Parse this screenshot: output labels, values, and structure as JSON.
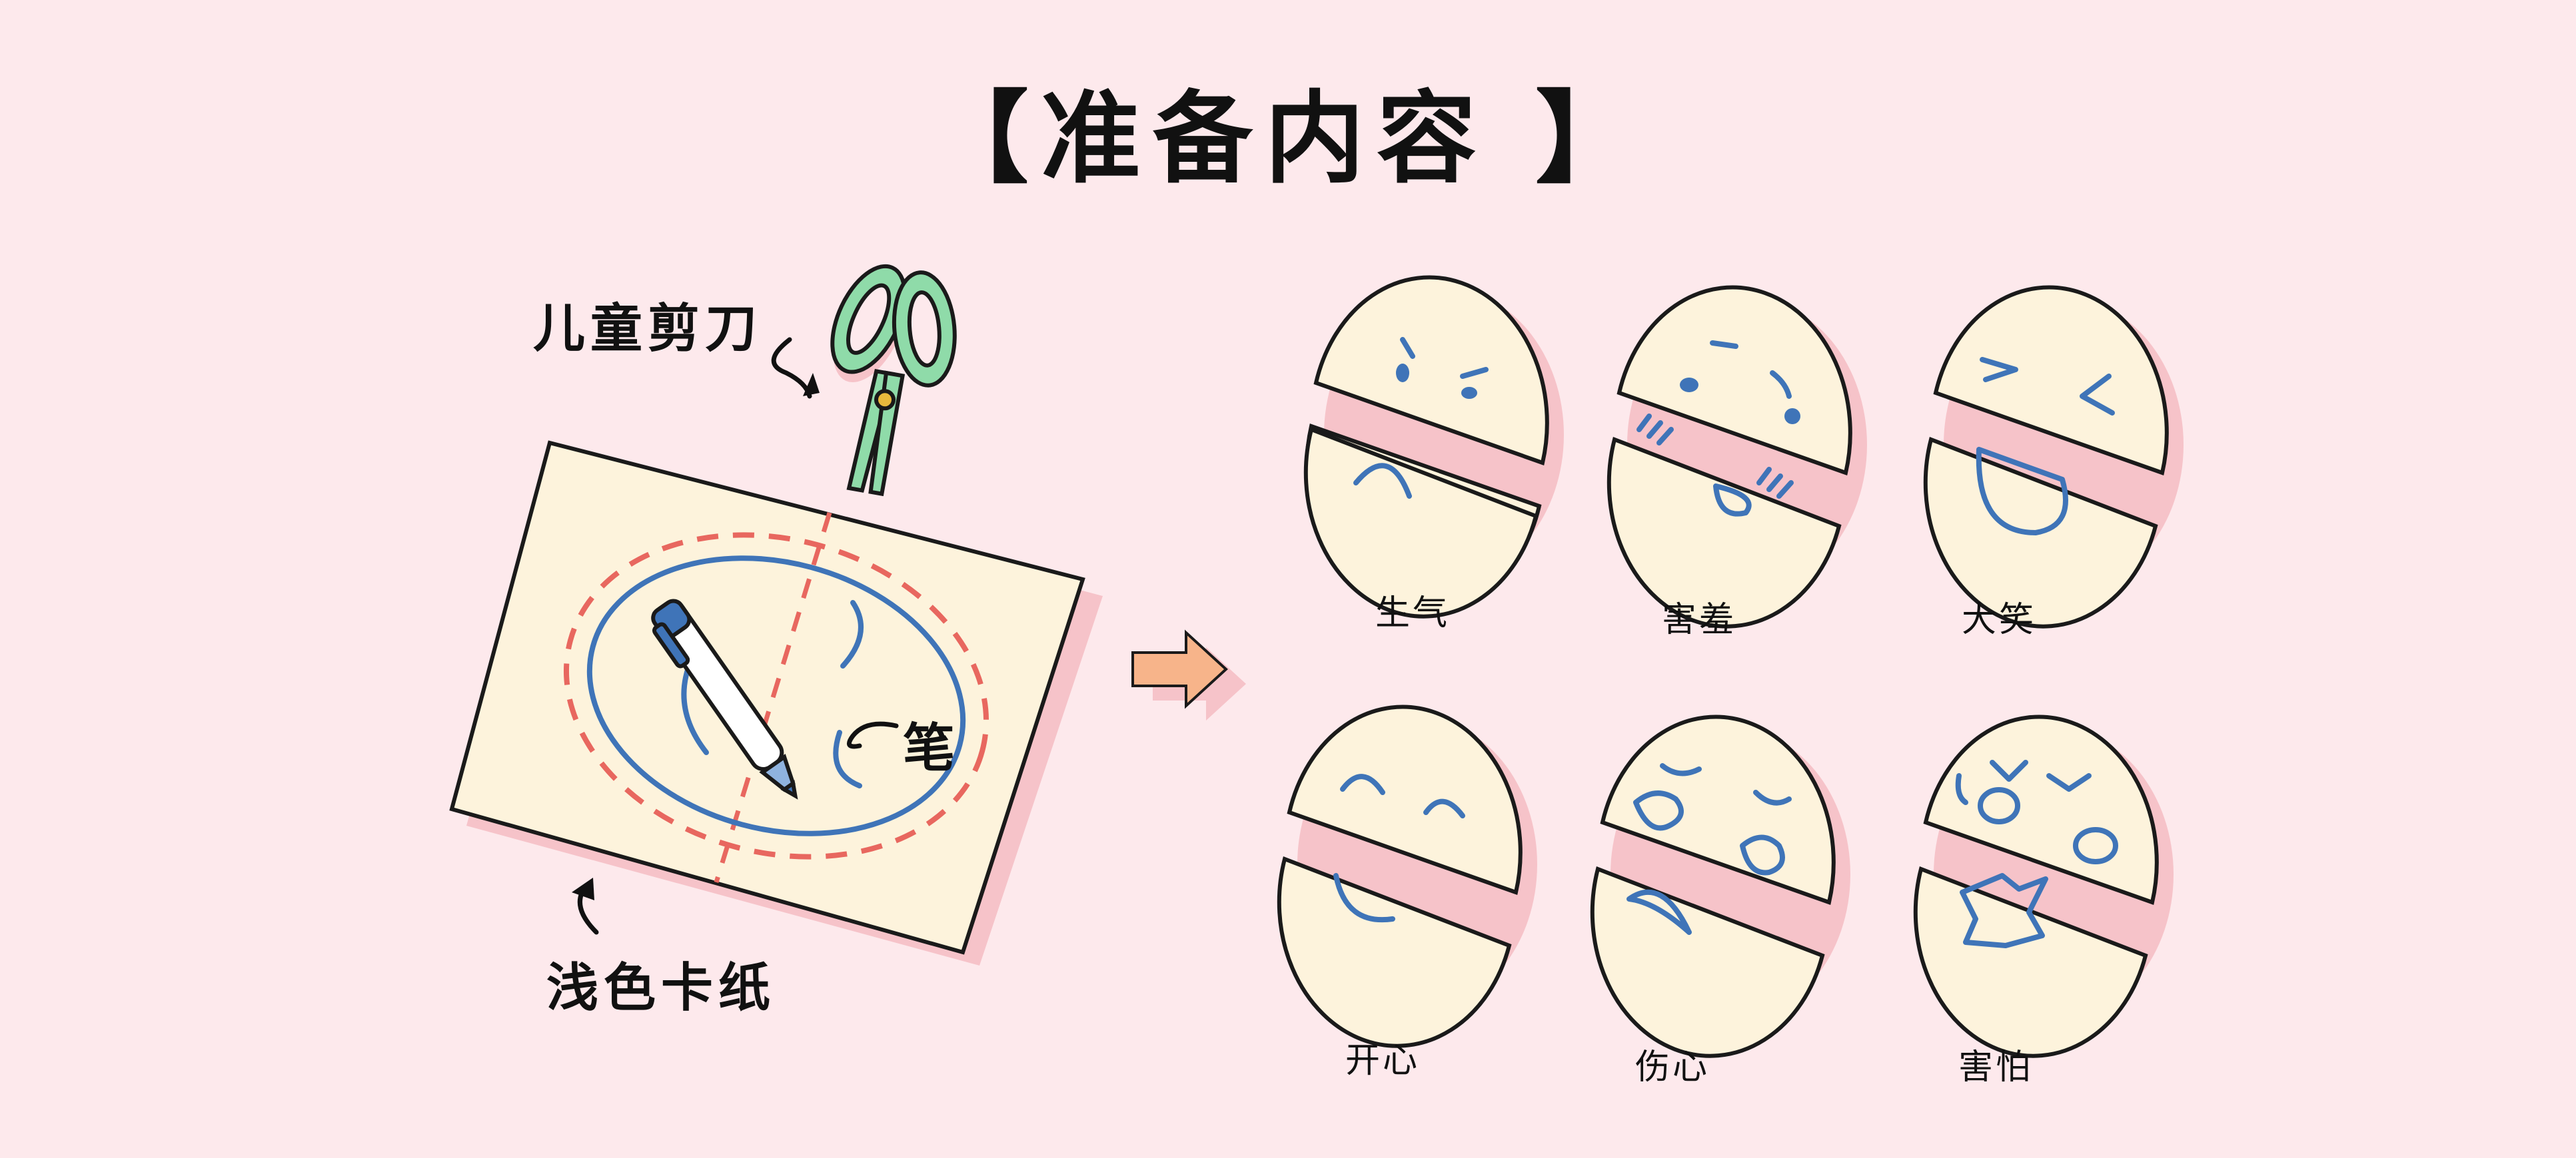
{
  "title": "【准备内容 】",
  "materials": {
    "scissors_label": "儿童剪刀",
    "pen_label": "笔",
    "paper_label": "浅色卡纸"
  },
  "faces": [
    {
      "label": "生气"
    },
    {
      "label": "害羞"
    },
    {
      "label": "大笑"
    },
    {
      "label": "开心"
    },
    {
      "label": "伤心"
    },
    {
      "label": "害怕"
    }
  ],
  "colors": {
    "background": "#fde9ec",
    "paper": "#fdf3dc",
    "face": "#fdf3dc",
    "shadow": "#f6c3c9",
    "scissors": "#8fdba9",
    "pen_blue": "#3f74b8",
    "dash_red": "#e8675f",
    "arrow": "#f7b48a"
  },
  "icons": [
    "scissors-icon",
    "pen-icon",
    "arrow-right-icon"
  ]
}
